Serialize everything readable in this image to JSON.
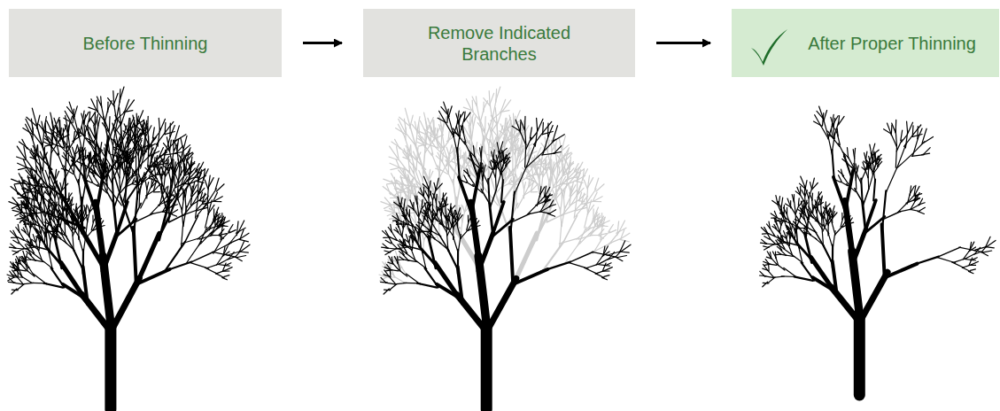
{
  "diagram": {
    "nodes": [
      {
        "text": [
          "Before Thinning"
        ]
      },
      {
        "text": [
          "Remove Indicated Branches"
        ]
      },
      {
        "text": [
          "After Proper Thinning"
        ]
      }
    ],
    "edges": [
      {
        "from": 0,
        "to": 1,
        "arrow": "to"
      },
      {
        "from": 1,
        "to": 2,
        "arrow": "to"
      }
    ]
  }
}
